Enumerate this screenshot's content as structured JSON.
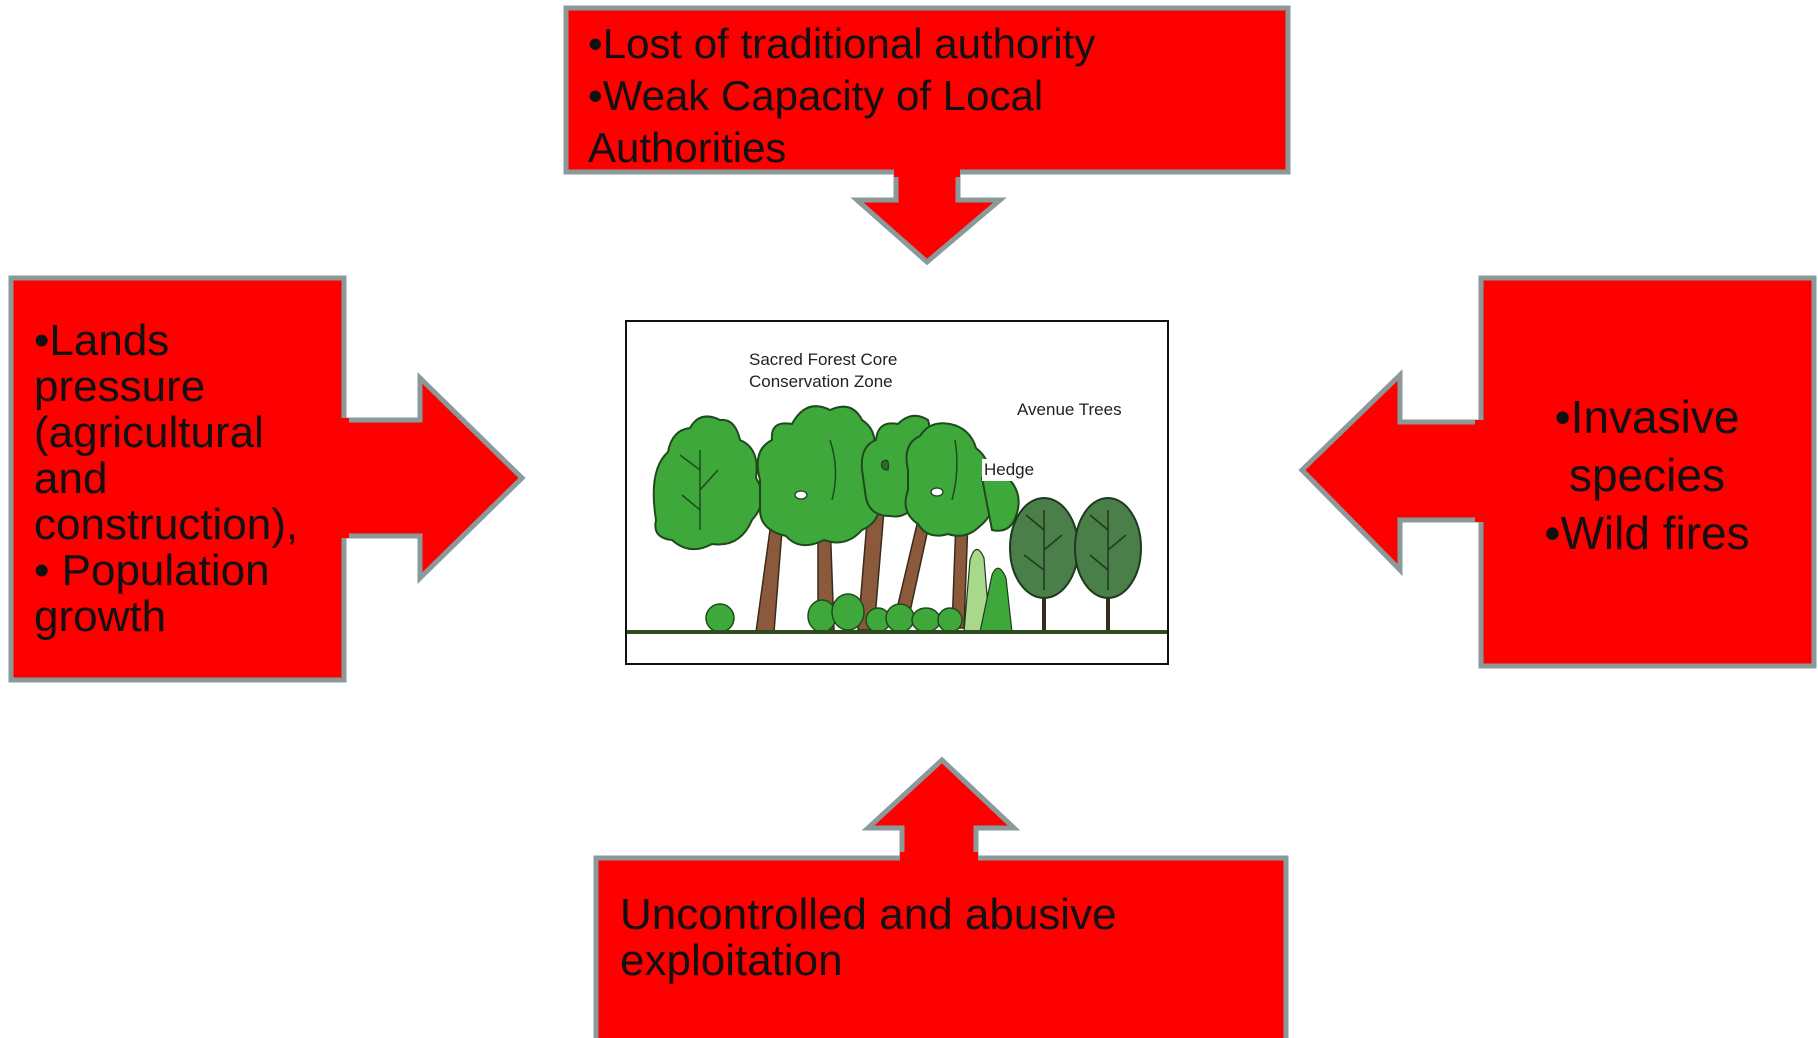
{
  "colors": {
    "box_fill": "#ff0000",
    "box_border": "#8a9a9a",
    "text": "#111111",
    "foliage_light": "#3fa83a",
    "foliage_dark": "#4a7f4a",
    "trunk": "#8b5a3c",
    "ground": "#2e4a1e"
  },
  "boxes": {
    "top": {
      "text": "•Lost of traditional authority\n•Weak Capacity of Local\nAuthorities"
    },
    "left": {
      "text": "•Lands\npressure\n(agricultural\nand\nconstruction),\n• Population\ngrowth"
    },
    "right": {
      "text": "•Invasive\nspecies\n•Wild fires"
    },
    "bottom": {
      "text": "Uncontrolled and abusive\nexploitation"
    }
  },
  "forest_image": {
    "labels": {
      "core": "Sacred Forest Core\nConservation Zone",
      "avenue": "Avenue Trees",
      "hedge": "Hedge"
    }
  }
}
